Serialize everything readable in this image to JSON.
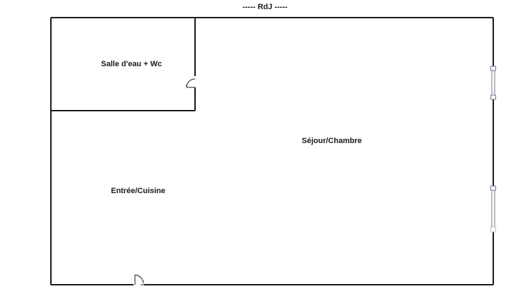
{
  "plan": {
    "level_title": "-----  RdJ  -----",
    "rooms": [
      {
        "id": "bathroom",
        "label": "Salle d'eau + Wc"
      },
      {
        "id": "living",
        "label": "Séjour/Chambre"
      },
      {
        "id": "entry",
        "label": "Entrée/Cuisine"
      }
    ]
  },
  "colors": {
    "wall": "#1a1a1a",
    "window_frame": "#6b7a8a",
    "background": "#ffffff"
  }
}
